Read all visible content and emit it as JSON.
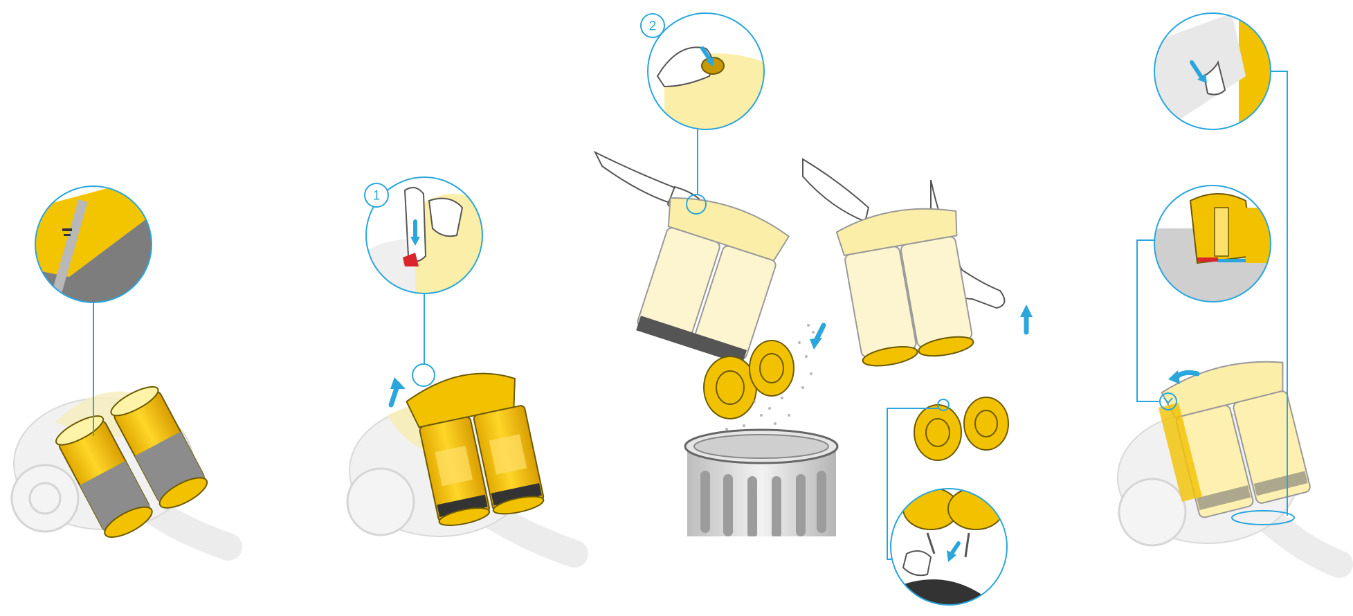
{
  "steps": [
    {
      "number": "1"
    },
    {
      "number": "2"
    }
  ],
  "colors": {
    "accent": "#2aa6dc",
    "yellow": "#f2c200",
    "yellow_light": "#fbeea8",
    "yellow_dark": "#c99a00",
    "grey": "#8a8a8a",
    "grey_light": "#e6e6e6",
    "outline": "#555555"
  },
  "icons": [
    "arrow-icon",
    "magnifier-callout",
    "trash-bin",
    "dust-particles"
  ]
}
